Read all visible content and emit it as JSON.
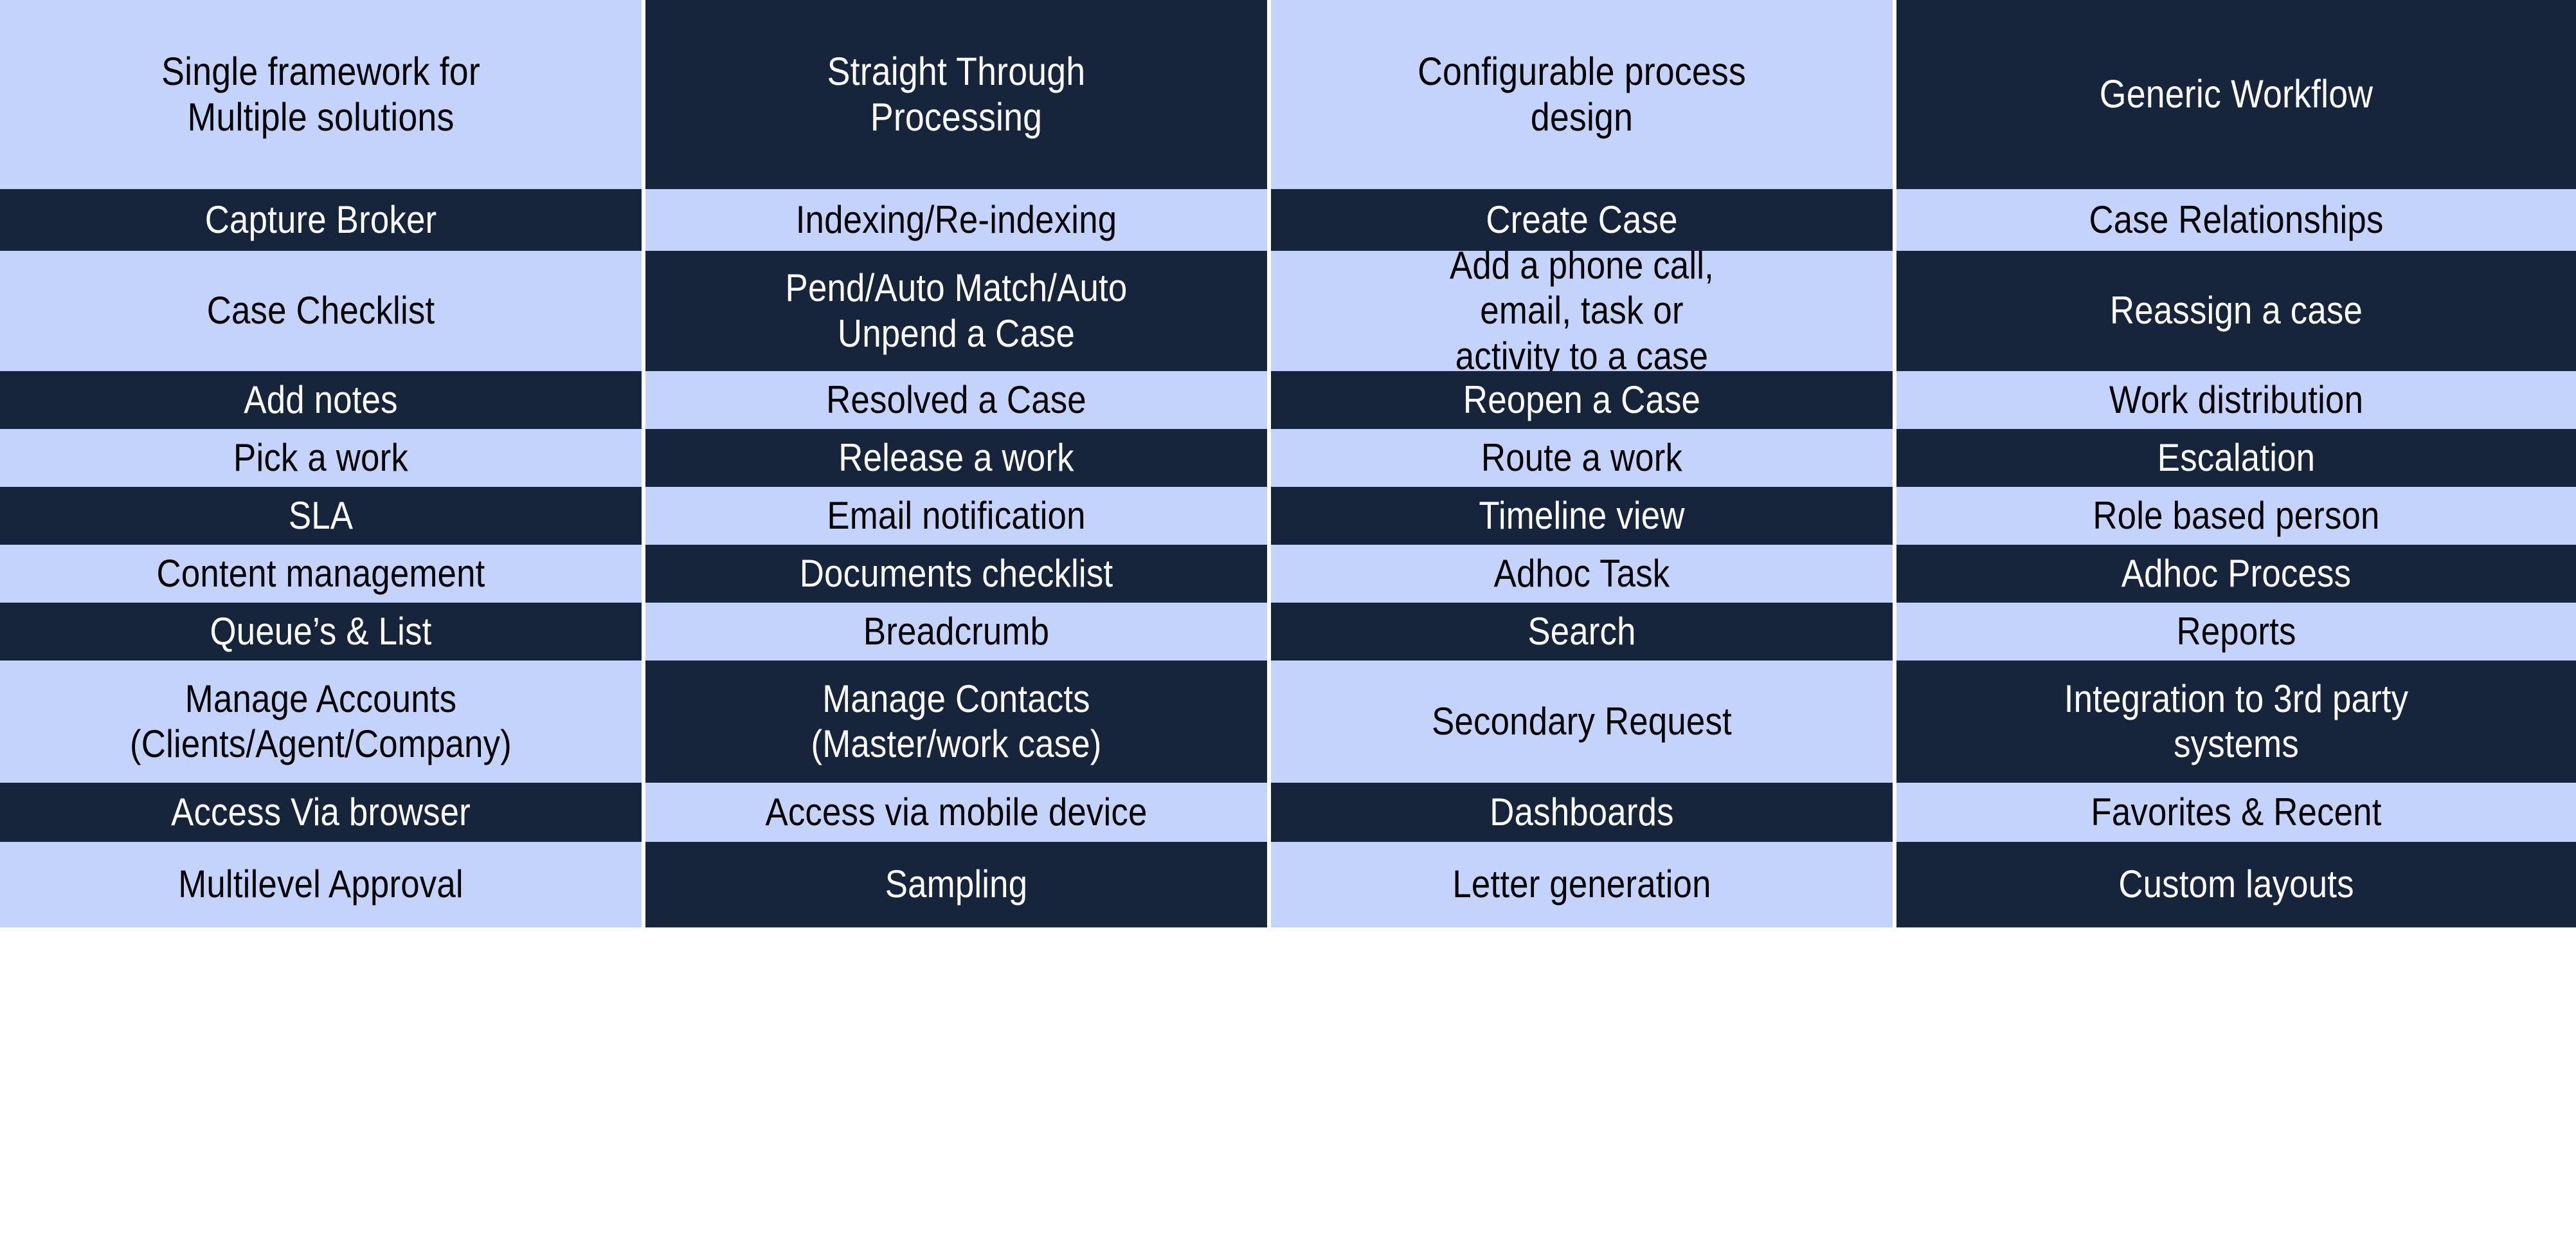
{
  "palette": {
    "light_cell_bg": "#c3d3fb",
    "dark_cell_bg": "#17253c",
    "light_cell_text": "#000000",
    "dark_cell_text": "#ffffff",
    "page_bg": "#ffffff"
  },
  "grid": {
    "columns": 4,
    "rows": 11,
    "cells": [
      [
        {
          "text": "Single framework for\nMultiple solutions",
          "tone": "light"
        },
        {
          "text": "Straight Through\nProcessing",
          "tone": "dark"
        },
        {
          "text": "Configurable process\ndesign",
          "tone": "light"
        },
        {
          "text": "Generic Workflow",
          "tone": "dark"
        }
      ],
      [
        {
          "text": "Capture Broker",
          "tone": "dark"
        },
        {
          "text": "Indexing/Re-indexing",
          "tone": "light"
        },
        {
          "text": "Create Case",
          "tone": "dark"
        },
        {
          "text": "Case Relationships",
          "tone": "light"
        }
      ],
      [
        {
          "text": "Case Checklist",
          "tone": "light"
        },
        {
          "text": "Pend/Auto Match/Auto\nUnpend a Case",
          "tone": "dark"
        },
        {
          "text": "Add a phone call,\nemail, task or\nactivity to a case",
          "tone": "light"
        },
        {
          "text": "Reassign a case",
          "tone": "dark"
        }
      ],
      [
        {
          "text": "Add notes",
          "tone": "dark"
        },
        {
          "text": "Resolved a Case",
          "tone": "light"
        },
        {
          "text": "Reopen a Case",
          "tone": "dark"
        },
        {
          "text": "Work distribution",
          "tone": "light"
        }
      ],
      [
        {
          "text": "Pick a work",
          "tone": "light"
        },
        {
          "text": "Release a work",
          "tone": "dark"
        },
        {
          "text": "Route a work",
          "tone": "light"
        },
        {
          "text": "Escalation",
          "tone": "dark"
        }
      ],
      [
        {
          "text": "SLA",
          "tone": "dark"
        },
        {
          "text": "Email notification",
          "tone": "light"
        },
        {
          "text": "Timeline view",
          "tone": "dark"
        },
        {
          "text": "Role based person",
          "tone": "light"
        }
      ],
      [
        {
          "text": "Content management",
          "tone": "light"
        },
        {
          "text": "Documents checklist",
          "tone": "dark"
        },
        {
          "text": "Adhoc Task",
          "tone": "light"
        },
        {
          "text": "Adhoc Process",
          "tone": "dark"
        }
      ],
      [
        {
          "text": "Queue’s & List",
          "tone": "dark"
        },
        {
          "text": "Breadcrumb",
          "tone": "light"
        },
        {
          "text": "Search",
          "tone": "dark"
        },
        {
          "text": "Reports",
          "tone": "light"
        }
      ],
      [
        {
          "text": "Manage Accounts\n(Clients/Agent/Company)",
          "tone": "light"
        },
        {
          "text": "Manage Contacts\n(Master/work case)",
          "tone": "dark"
        },
        {
          "text": "Secondary Request",
          "tone": "light"
        },
        {
          "text": "Integration to 3rd party\nsystems",
          "tone": "dark"
        }
      ],
      [
        {
          "text": "Access Via browser",
          "tone": "dark"
        },
        {
          "text": "Access via mobile device",
          "tone": "light"
        },
        {
          "text": "Dashboards",
          "tone": "dark"
        },
        {
          "text": "Favorites & Recent",
          "tone": "light"
        }
      ],
      [
        {
          "text": "Multilevel Approval",
          "tone": "light"
        },
        {
          "text": "Sampling",
          "tone": "dark"
        },
        {
          "text": "Letter generation",
          "tone": "light"
        },
        {
          "text": "Custom layouts",
          "tone": "dark"
        }
      ]
    ]
  }
}
